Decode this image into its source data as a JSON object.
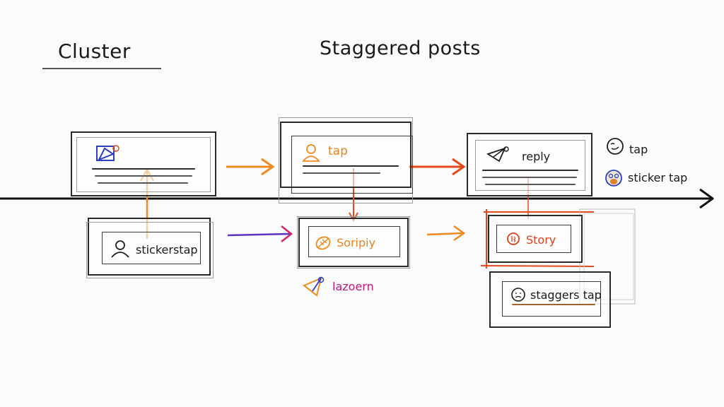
{
  "diagram": {
    "sections": {
      "left_title": "Cluster",
      "right_title": "Staggered posts"
    },
    "timeline": {
      "direction": "right",
      "color": "#111111"
    },
    "cards": {
      "cluster_top": {
        "icon": "paper-plane-icon",
        "label": ""
      },
      "cluster_bottom": {
        "icon": "person-icon",
        "label": "stickerstap"
      },
      "staggered_1_top": {
        "icon": "person-icon",
        "label": "tap",
        "color": "#e8821e"
      },
      "staggered_1_bottom": {
        "icon": "leaf-icon",
        "label": "Soripiy",
        "color": "#e8821e"
      },
      "staggered_1_note": {
        "icon": "paper-plane-icon",
        "label": "lazoern",
        "color": "#c2187a"
      },
      "staggered_2_top": {
        "icon": "paper-plane-icon",
        "label": "reply"
      },
      "staggered_2_middle": {
        "icon": "circle-icon",
        "label": "Story",
        "color": "#e0401c"
      },
      "staggered_2_bottom": {
        "icon": "face-icon",
        "label": "staggers tap"
      }
    },
    "legend": [
      {
        "icon": "smiley-icon",
        "label": "tap"
      },
      {
        "icon": "sticker-face-icon",
        "label": "sticker tap"
      }
    ],
    "colors": {
      "orange": "#ee8a1f",
      "red_orange": "#e4481c",
      "purple": "#6a35c8",
      "magenta": "#d6206a",
      "blue": "#2a3fc4",
      "ink": "#1c1c1c"
    }
  }
}
